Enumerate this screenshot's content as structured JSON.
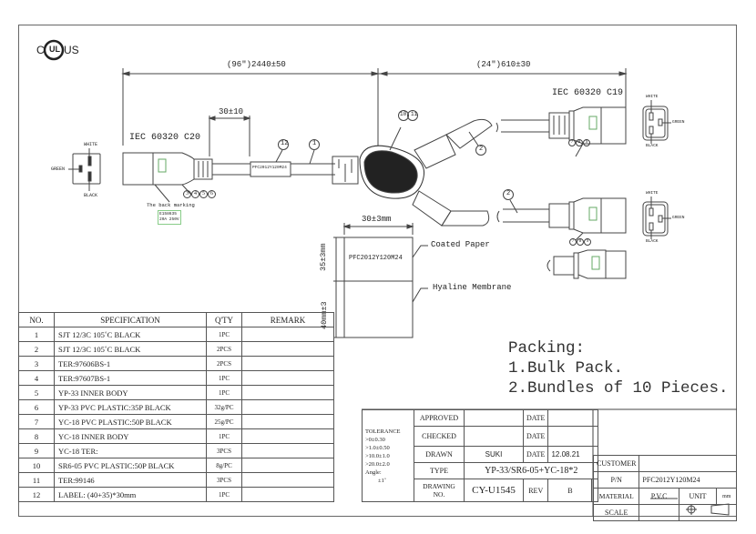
{
  "certification": {
    "left": "C",
    "mark": "UL",
    "right": "US"
  },
  "dimensions": {
    "main_cable": "(96\")2440±50",
    "branch_cable": "(24\")610±30",
    "label_offset": "30±10",
    "label_width": "30±3mm",
    "label_height_top": "35±3mm",
    "label_height_bottom": "40mm±3"
  },
  "connectors": {
    "input": {
      "title": "IEC 60320 C20",
      "callouts": [
        "3",
        "4",
        "5",
        "6"
      ],
      "back_marking_label": "The back marking",
      "back_marking_lines": [
        "E158635",
        "20A 250V"
      ]
    },
    "output": {
      "title": "IEC 60320 C19",
      "callouts": [
        "7",
        "8",
        "9"
      ]
    }
  },
  "pin_diagrams": {
    "labels": {
      "top": "WHITE",
      "side": "GREEN",
      "bottom": "BLACK"
    }
  },
  "callouts": {
    "cable_main": "1",
    "cable_branch": "2",
    "splitter": [
      "10",
      "11"
    ],
    "label": "12"
  },
  "inline_label_text": "PFC2012Y120M24",
  "label_detail": {
    "text": "PFC2012Y120M24",
    "coated_paper": "Coated Paper",
    "hyaline_membrane": "Hyaline Membrane"
  },
  "packing": {
    "title": "Packing:",
    "items": [
      "1.Bulk Pack.",
      "2.Bundles of 10 Pieces."
    ]
  },
  "bom": {
    "headers": [
      "NO.",
      "SPECIFICATION",
      "Q'TY",
      "REMARK"
    ],
    "rows": [
      {
        "no": "1",
        "spec": "SJT 12/3C 105˚C BLACK",
        "qty": "1PC",
        "remark": ""
      },
      {
        "no": "2",
        "spec": "SJT 12/3C 105˚C BLACK",
        "qty": "2PCS",
        "remark": ""
      },
      {
        "no": "3",
        "spec": "TER:97606BS-1",
        "qty": "2PCS",
        "remark": ""
      },
      {
        "no": "4",
        "spec": "TER:97607BS-1",
        "qty": "1PC",
        "remark": ""
      },
      {
        "no": "5",
        "spec": "YP-33 INNER BODY",
        "qty": "1PC",
        "remark": ""
      },
      {
        "no": "6",
        "spec": "YP-33 PVC PLASTIC:35P BLACK",
        "qty": "32g/PC",
        "remark": ""
      },
      {
        "no": "7",
        "spec": "YC-18 PVC PLASTIC:50P BLACK",
        "qty": "25g/PC",
        "remark": ""
      },
      {
        "no": "8",
        "spec": "YC-18 INNER BODY",
        "qty": "1PC",
        "remark": ""
      },
      {
        "no": "9",
        "spec": "YC-18 TER:",
        "qty": "3PCS",
        "remark": ""
      },
      {
        "no": "10",
        "spec": "SR6-05  PVC PLASTIC:50P BLACK",
        "qty": "8g/PC",
        "remark": ""
      },
      {
        "no": "11",
        "spec": "TER:99146",
        "qty": "3PCS",
        "remark": ""
      },
      {
        "no": "12",
        "spec": "LABEL: (40+35)*30mm",
        "qty": "1PC",
        "remark": ""
      }
    ]
  },
  "title_block": {
    "tolerance": [
      "TOLERANCE",
      ">0±0.30",
      ">1.0±0.50",
      ">10.0±1.0",
      ">20.0±2.0",
      "Angle:",
      "±1˚"
    ],
    "approved_label": "APPROVED",
    "approved_value": "",
    "checked_label": "CHECKED",
    "checked_value": "",
    "drawn_label": "DRAWN",
    "drawn_value": "SUKI",
    "date_label": "DATE",
    "approved_date": "",
    "checked_date": "",
    "drawn_date": "12.08.21",
    "type_label": "TYPE",
    "type_value": "YP-33/SR6-05+YC-18*2",
    "drawing_no_label": "DRAWING NO.",
    "drawing_no_value": "CY-U1545",
    "rev_label": "REV",
    "rev_value": "B",
    "customer_label": "CUSTOMER",
    "customer_value": "",
    "pn_label": "P/N",
    "pn_value": "PFC2012Y120M24",
    "material_label": "MATERIAL",
    "material_value": "P.V.C",
    "unit_label": "UNIT",
    "unit_value": "mm",
    "scale_label": "SCALE",
    "scale_value": ""
  }
}
